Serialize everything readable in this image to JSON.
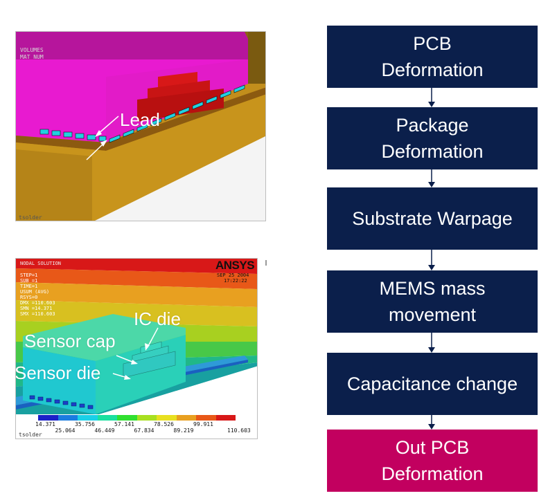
{
  "figure_top": {
    "corner_text": [
      "VOLUMES",
      "MAT NUM"
    ],
    "bottom_left_text": "tsolder",
    "label_lead": "Lead"
  },
  "figure_bottom": {
    "header_lines": [
      "NODAL SOLUTION",
      "STEP=1",
      "SUB =1",
      "TIME=1",
      "USUM    (AVG)",
      "RSYS=0",
      "DMX =110.603",
      "SMN =14.371",
      "SMX =110.603"
    ],
    "logo": "ANSYS",
    "date": "SEP 25 2004",
    "time": "17:22:22",
    "bottom_left_text": "tsolder",
    "label_ic_die": "IC die",
    "label_sensor_cap": "Sensor cap",
    "label_sensor_die": "Sensor die",
    "legend_top": [
      "14.371",
      "35.756",
      "57.141",
      "78.526",
      "99.911"
    ],
    "legend_bottom": [
      "25.064",
      "46.449",
      "67.834",
      "89.219",
      "110.603"
    ],
    "legend_colors": [
      "#1a20c8",
      "#1a7ce0",
      "#1ad0e8",
      "#1ae0a0",
      "#30e030",
      "#a8e020",
      "#e8e020",
      "#e8a020",
      "#e85818",
      "#d81818"
    ]
  },
  "flow": {
    "steps": [
      {
        "line1": "PCB",
        "line2": "Deformation",
        "color": "#0b1f4b"
      },
      {
        "line1": "Package",
        "line2": "Deformation",
        "color": "#0b1f4b"
      },
      {
        "line1": "Substrate Warpage",
        "line2": "",
        "color": "#0b1f4b"
      },
      {
        "line1": "MEMS mass",
        "line2": "movement",
        "color": "#0b1f4b"
      },
      {
        "line1": "Capacitance change",
        "line2": "",
        "color": "#0b1f4b"
      },
      {
        "line1": "Out PCB",
        "line2": "Deformation",
        "color": "#c2005f"
      }
    ]
  }
}
